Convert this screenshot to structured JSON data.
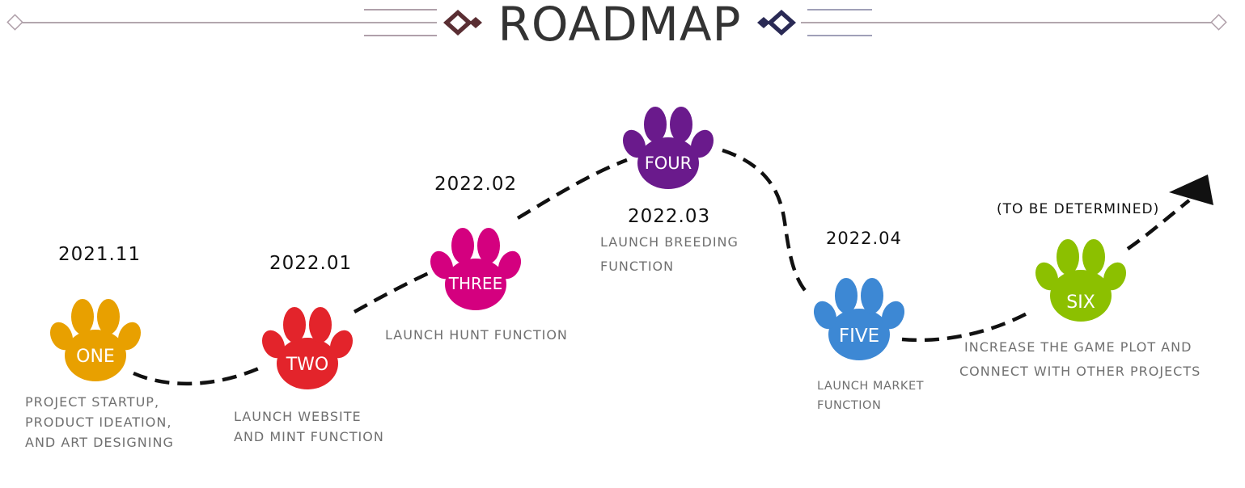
{
  "header": {
    "title": "ROADMAP",
    "left_ornament_color": "#5a2e33",
    "right_ornament_color": "#2a2a55"
  },
  "milestones": [
    {
      "label": "ONE",
      "date": "2021.11",
      "color": "#e8a000",
      "description": [
        "PROJECT STARTUP,",
        "PRODUCT IDEATION,",
        "AND ART DESIGNING"
      ]
    },
    {
      "label": "TWO",
      "date": "2022.01",
      "color": "#e3242b",
      "description": [
        "LAUNCH WEBSITE",
        "AND MINT FUNCTION"
      ]
    },
    {
      "label": "THREE",
      "date": "2022.02",
      "color": "#d4007f",
      "description": [
        "LAUNCH HUNT FUNCTION"
      ]
    },
    {
      "label": "FOUR",
      "date": "2022.03",
      "color": "#6a1a8c",
      "description": [
        "LAUNCH BREEDING",
        "FUNCTION"
      ]
    },
    {
      "label": "FIVE",
      "date": "2022.04",
      "color": "#3d88d4",
      "description": [
        "LAUNCH MARKET",
        "FUNCTION"
      ]
    },
    {
      "label": "SIX",
      "date": "(TO BE DETERMINED)",
      "color": "#8cc000",
      "description": [
        "INCREASE THE GAME PLOT AND",
        "CONNECT WITH OTHER PROJECTS"
      ]
    }
  ],
  "icons": {
    "paw": "paw-icon",
    "arrow": "arrowhead-icon",
    "ornament": "diamond-ornament-icon"
  }
}
